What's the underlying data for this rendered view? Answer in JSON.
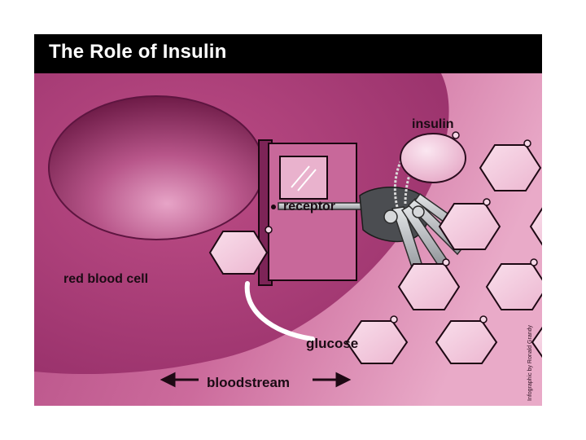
{
  "title": "The Role of Insulin",
  "labels": {
    "red_blood_cell": "red blood cell",
    "receptor": "receptor",
    "insulin": "insulin",
    "glucose": "glucose",
    "bloodstream": "bloodstream",
    "credit": "Infographic by Ronald Grandy"
  },
  "colors": {
    "background": "#c0568c",
    "cell": "#a63a72",
    "cell_hole": "#7a1f50",
    "glucose_fill": "#f3c7dc",
    "door": "#c8689a",
    "key": "#b9bcc0",
    "title_bar": "#000000"
  }
}
